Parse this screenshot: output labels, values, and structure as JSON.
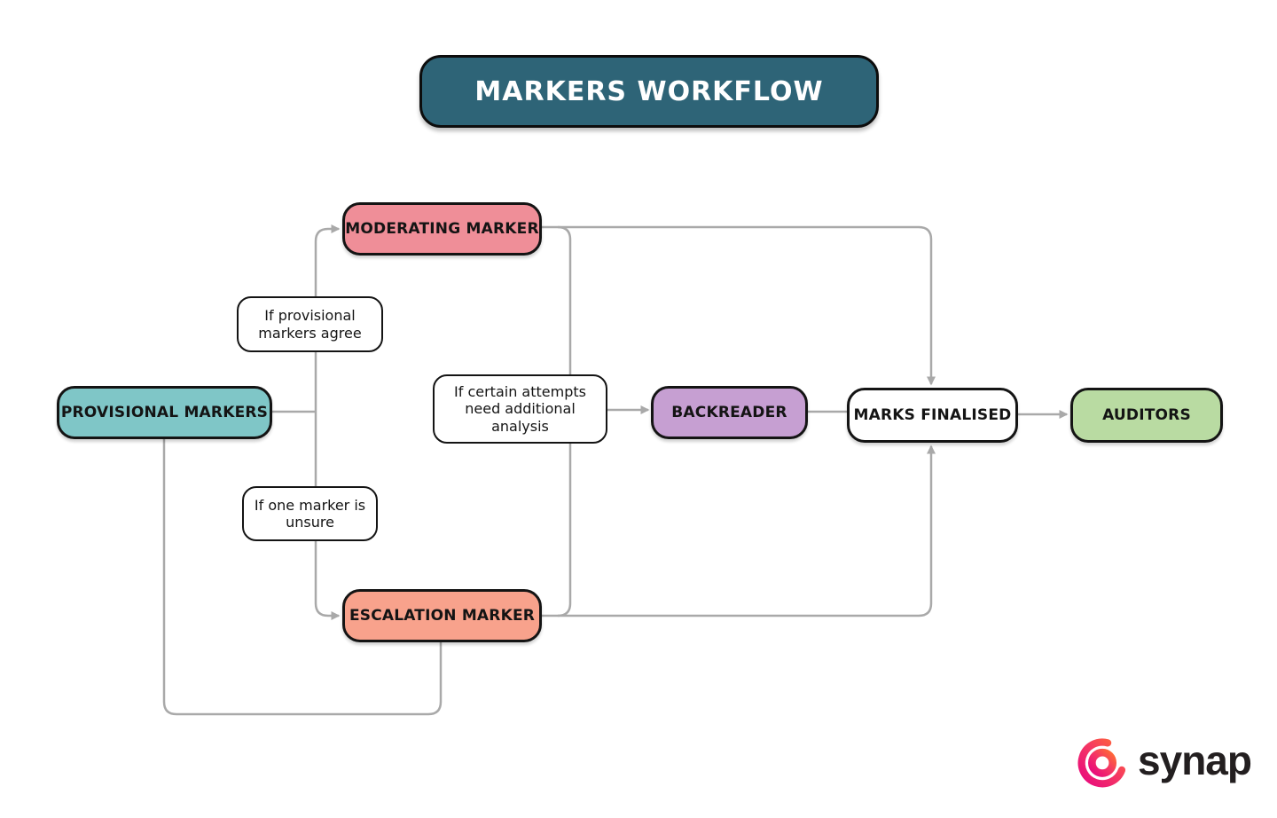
{
  "title": {
    "label": "MARKERS WORKFLOW",
    "bg": "#2e6477"
  },
  "nodes": {
    "moderating": {
      "label": "MODERATING MARKER",
      "color": "#ef8e98"
    },
    "provisional": {
      "label": "PROVISIONAL MARKERS",
      "color": "#7fc6c7"
    },
    "escalation": {
      "label": "ESCALATION MARKER",
      "color": "#f8a28c"
    },
    "backreader": {
      "label": "BACKREADER",
      "color": "#c69fd2"
    },
    "marks_finalised": {
      "label": "MARKS FINALISED",
      "color": "#ffffff"
    },
    "auditors": {
      "label": "AUDITORS",
      "color": "#b9dba2"
    }
  },
  "conditions": {
    "agree": {
      "label": "If provisional markers agree"
    },
    "unsure": {
      "label": "If one marker is unsure"
    },
    "certain": {
      "label": "If certain attempts need additional analysis"
    }
  },
  "edges": {
    "color": "#a9a9a9"
  },
  "logo": {
    "text": "synap",
    "gradient_start": "#e8087e",
    "gradient_mid": "#f53863",
    "gradient_end": "#ff6b35"
  }
}
